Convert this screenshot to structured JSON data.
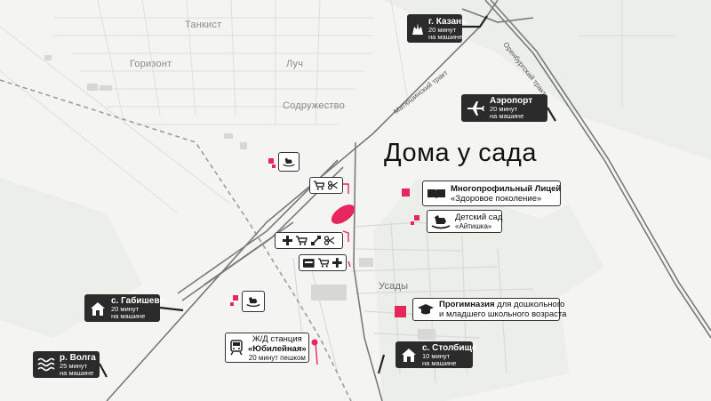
{
  "title": "Дома у сада",
  "districts": [
    "Танкист",
    "Горизонт",
    "Луч",
    "Содружество",
    "Усады"
  ],
  "roads": [
    "Матюшинский тракт",
    "Оренбургский тракт"
  ],
  "destinations": {
    "kazan": {
      "name": "г. Казань",
      "time": "20 минут",
      "mode": "на машине",
      "icon": "kazan-emblem-icon"
    },
    "airport": {
      "name": "Аэропорт",
      "time": "20 минут",
      "mode": "на машине",
      "icon": "airplane-icon"
    },
    "gabishevo": {
      "name": "с. Габишево",
      "time": "20 минут",
      "mode": "на машине",
      "icon": "house-icon"
    },
    "volga": {
      "name": "р. Волга",
      "time": "25 минут",
      "mode": "на машине",
      "icon": "waves-icon"
    },
    "stolbishche": {
      "name": "с. Столбище",
      "time": "10 минут",
      "mode": "на машине",
      "icon": "house-icon"
    }
  },
  "pois": {
    "lyceum": {
      "name": "Многопрофильный Лицей",
      "sub": "«Здоровое поколение»",
      "icon": "book-icon"
    },
    "kindergarten": {
      "name": "Детский сад",
      "sub": "«Айтишка»",
      "icon": "rocking-horse-icon"
    },
    "progymnasium": {
      "name": "Прогимназия",
      "rest": " для дошкольного",
      "line2": "и младшего школьного возраста",
      "icon": "graduation-cap-icon"
    },
    "station": {
      "line1": "Ж/Д станция",
      "line2": "«Юбилейная»",
      "sub": "20 минут пешком",
      "icon": "train-icon"
    }
  },
  "amenity_groups": [
    [
      "cart-icon",
      "scissors-icon"
    ],
    [
      "medical-cross-icon",
      "cart-icon",
      "sport-icon",
      "scissors-icon"
    ],
    [
      "atm-icon",
      "cart-icon",
      "medical-cross-icon"
    ]
  ],
  "colors": {
    "accent": "#e8265e",
    "label_dark": "#2b2b2b",
    "map_bg": "#f4f5f2",
    "road": "#7a7a7a"
  }
}
